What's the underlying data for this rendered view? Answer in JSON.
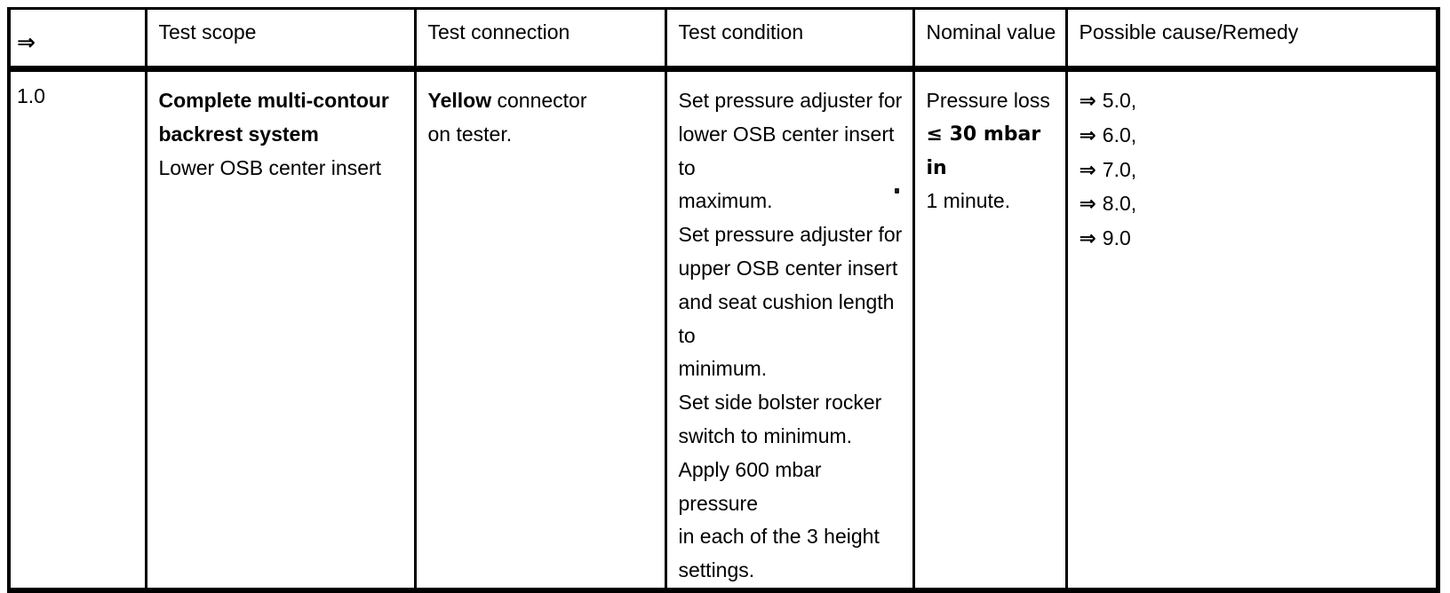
{
  "document": {
    "type": "test-procedure-table",
    "arrow_symbol": "⇒",
    "less_equal_symbol": "≤"
  },
  "table": {
    "headers": [
      {
        "key": "number",
        "label": "⇒"
      },
      {
        "key": "scope",
        "label": "Test scope"
      },
      {
        "key": "conn",
        "label": "Test connection"
      },
      {
        "key": "cond",
        "label": "Test condition"
      },
      {
        "key": "nominal",
        "label": "Nominal value"
      },
      {
        "key": "remedy",
        "label": "Possible cause/Remedy"
      }
    ],
    "rows": [
      {
        "number": "1.0",
        "scope": {
          "title": "Complete multi-contour backrest system",
          "subtitle": "Lower OSB center insert"
        },
        "connection": {
          "bold_word": "Yellow",
          "rest_first_line": " connector",
          "second_line": "on tester."
        },
        "condition_lines": [
          "Set pressure adjuster for",
          "lower OSB center insert to",
          "maximum.",
          "Set pressure adjuster for",
          "upper OSB center insert",
          "and seat cushion length to",
          "minimum.",
          "Set side bolster rocker",
          "switch to minimum.",
          "Apply 600 mbar pressure",
          "in each of the 3 height",
          "settings."
        ],
        "nominal_lines": [
          "Pressure loss",
          "≤ 30 mbar in",
          "1 minute."
        ],
        "remedies": [
          {
            "arrow": "⇒",
            "text": "5.0,"
          },
          {
            "arrow": "⇒",
            "text": "6.0,"
          },
          {
            "arrow": "⇒",
            "text": "7.0,"
          },
          {
            "arrow": "⇒",
            "text": "8.0,"
          },
          {
            "arrow": "⇒",
            "text": "9.0"
          }
        ]
      }
    ]
  }
}
